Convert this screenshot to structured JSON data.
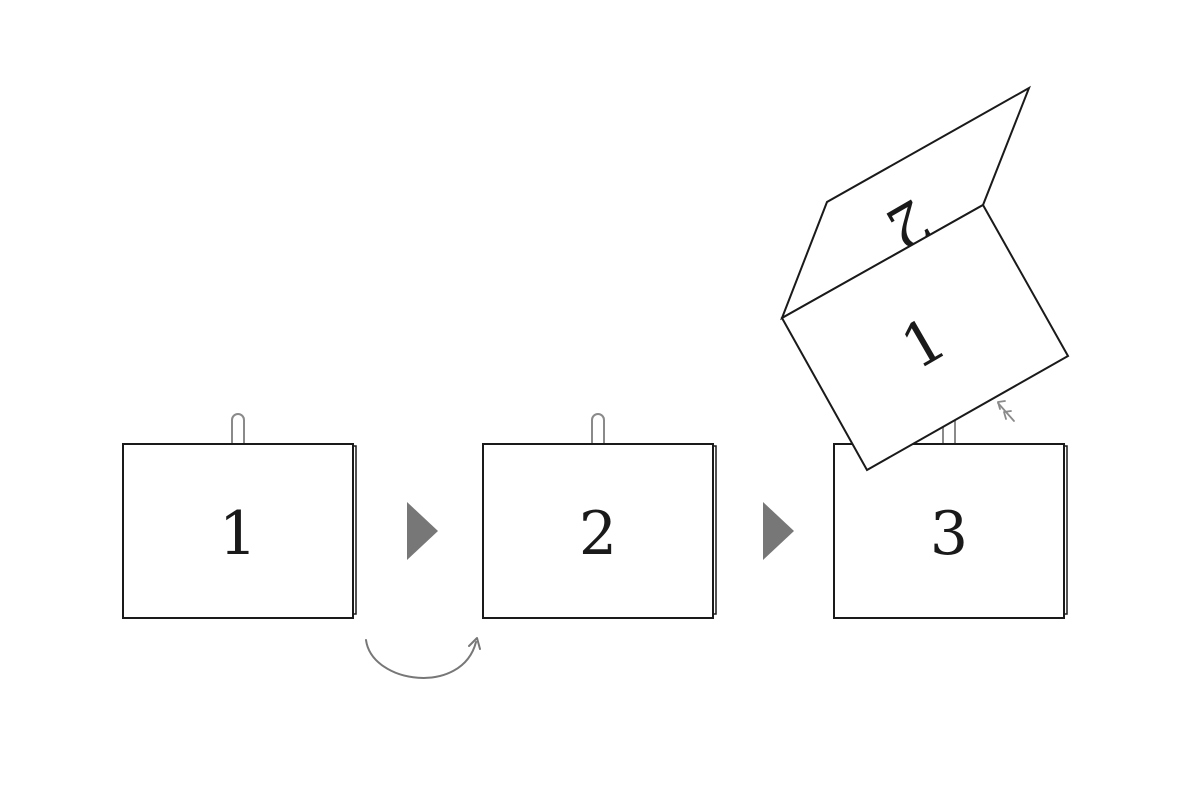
{
  "cards": [
    {
      "label": "1"
    },
    {
      "label": "2"
    },
    {
      "label": "3"
    }
  ],
  "flipping_sheet": {
    "front_label": "1",
    "back_label": "2"
  },
  "icons": {
    "step_arrow": "triangle-right-icon",
    "turn_arrow": "curved-arrow-icon",
    "lift_arrow": "double-chevron-up-icon"
  },
  "colors": {
    "line": "#1a1a1a",
    "arrow": "#777777",
    "ring": "#8a8a8a"
  }
}
